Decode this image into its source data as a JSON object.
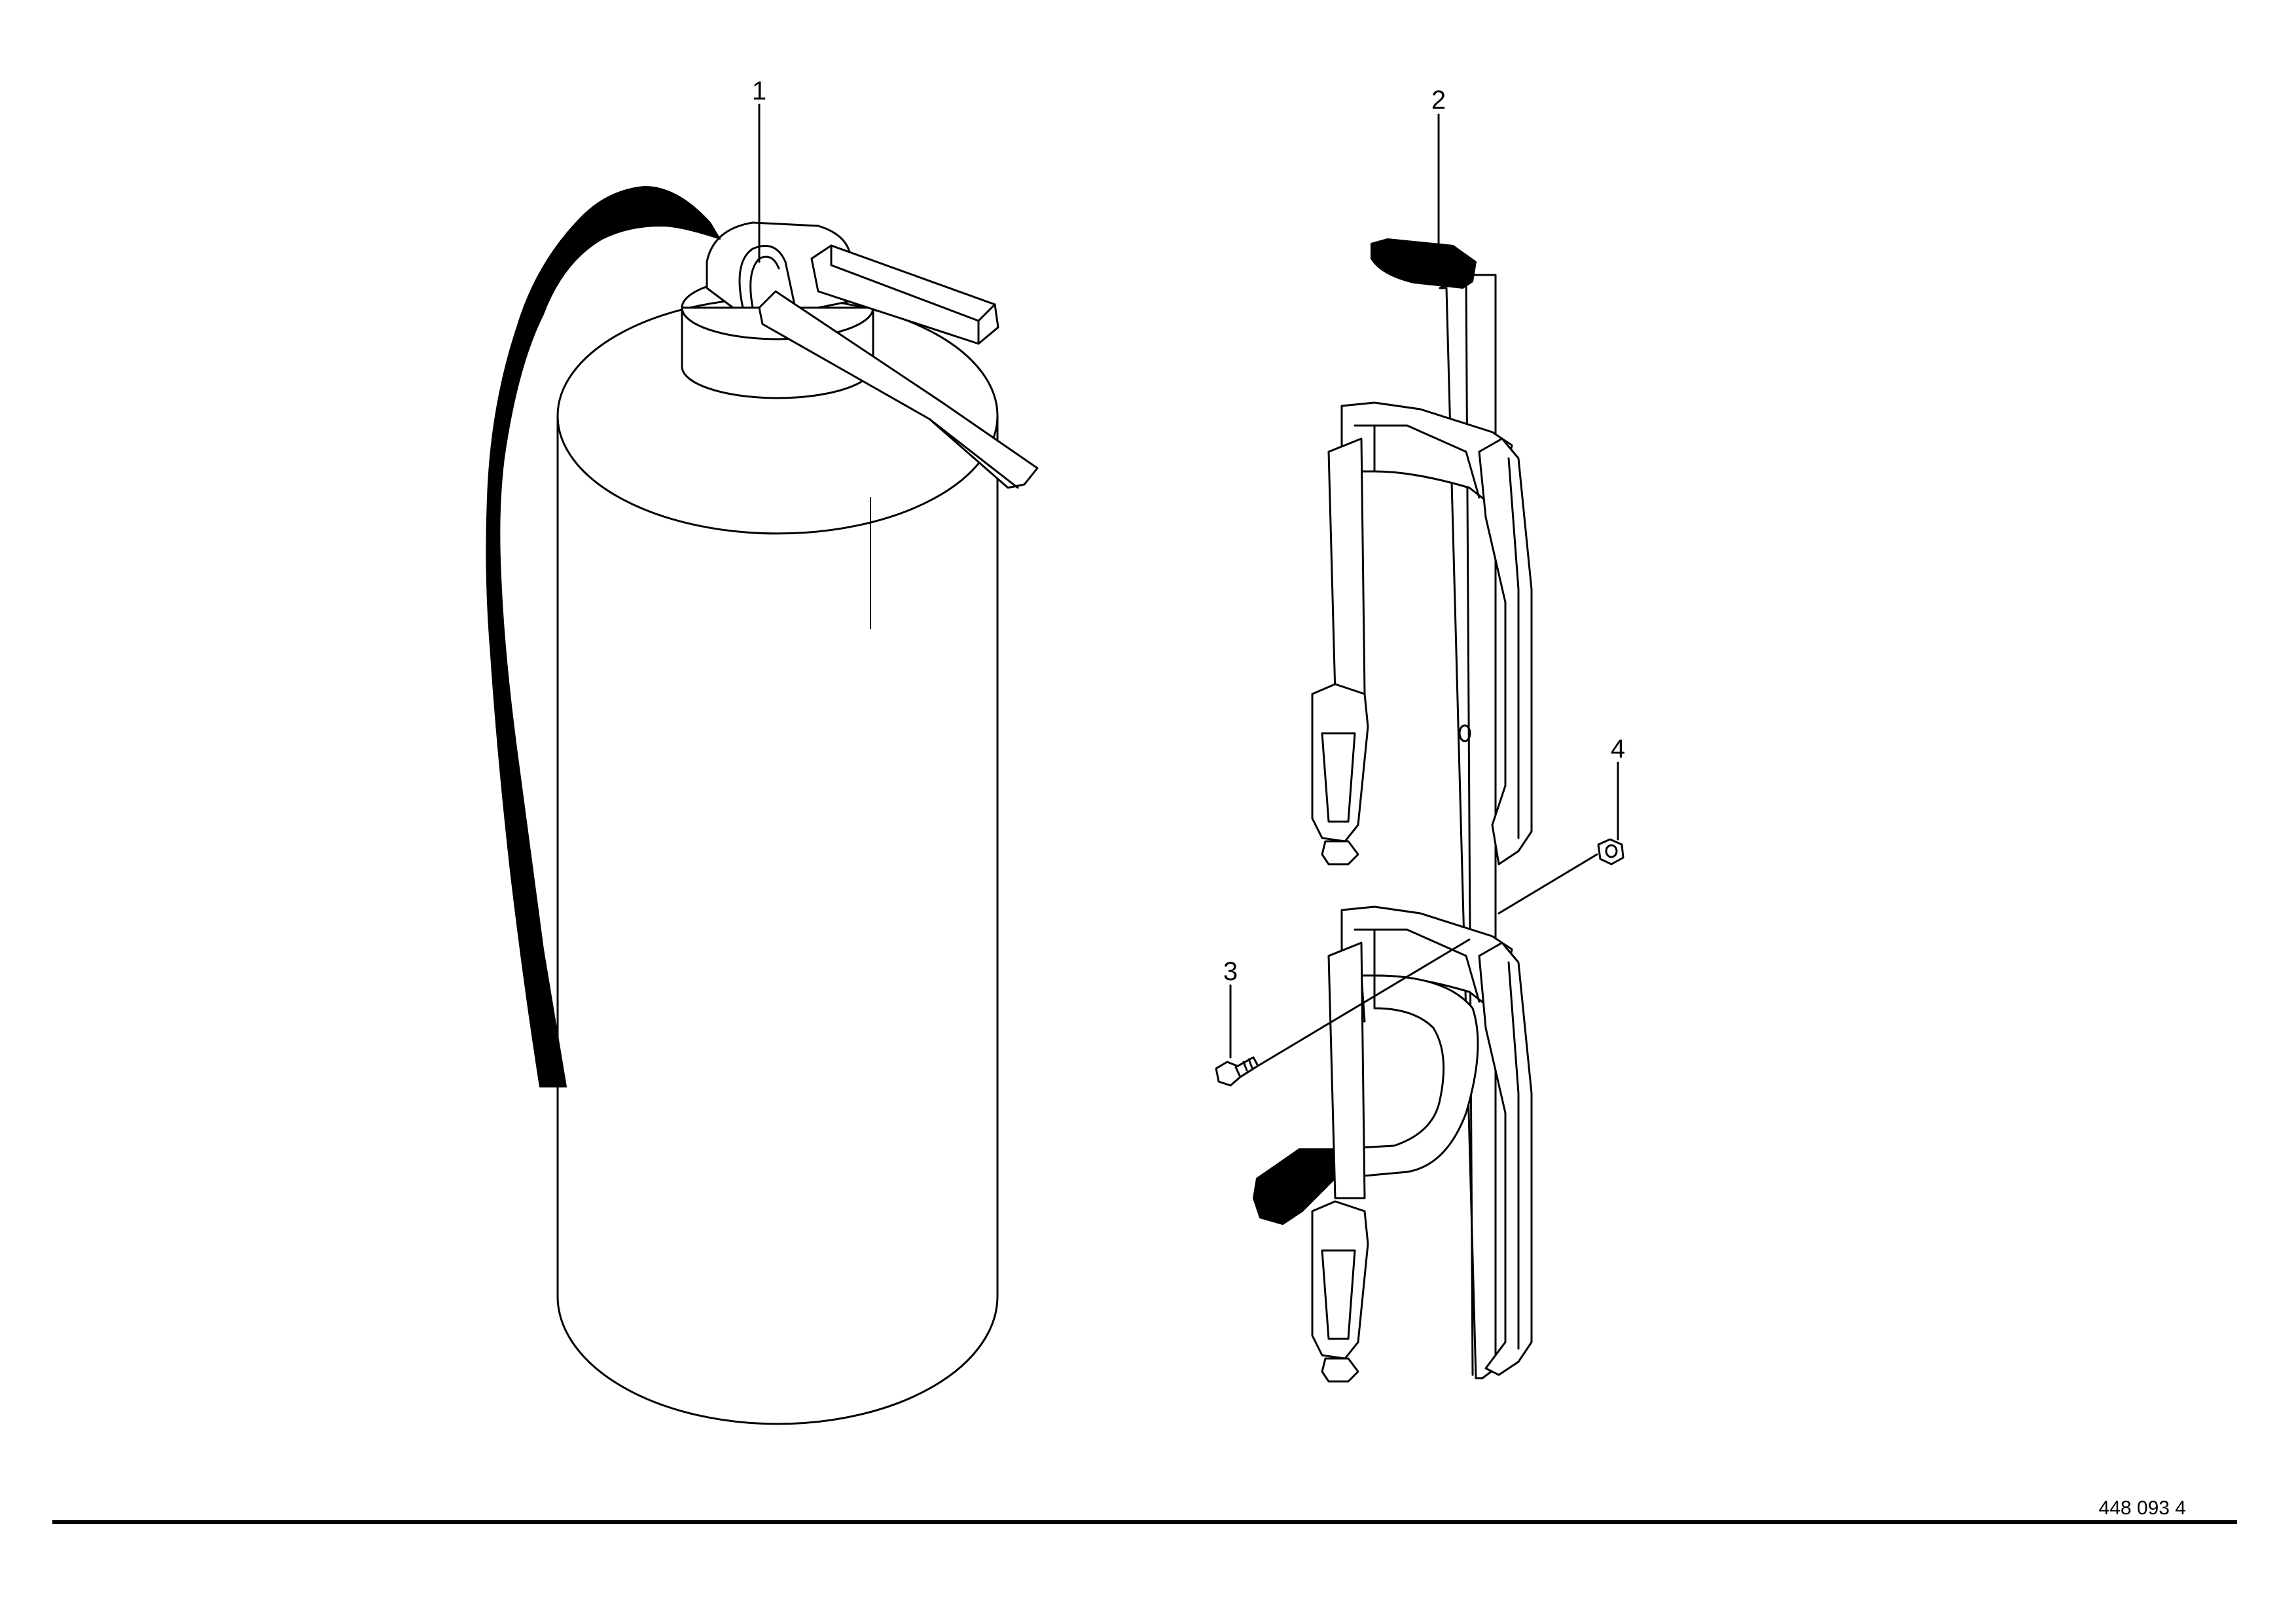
{
  "callouts": {
    "c1": "1",
    "c2": "2",
    "c3": "3",
    "c4": "4"
  },
  "document_number": "448 093 4"
}
